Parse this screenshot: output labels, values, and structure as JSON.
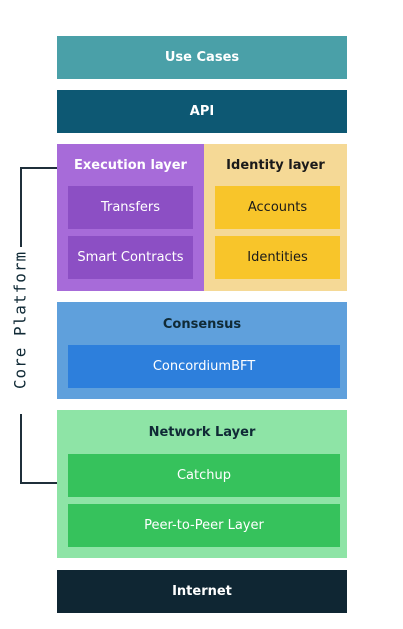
{
  "side_label": "Core Platform",
  "layers": {
    "use_cases": "Use Cases",
    "api": "API",
    "execution": {
      "title": "Execution layer",
      "items": [
        "Transfers",
        "Smart Contracts"
      ]
    },
    "identity": {
      "title": "Identity layer",
      "items": [
        "Accounts",
        "Identities"
      ]
    },
    "consensus": {
      "title": "Consensus",
      "items": [
        "ConcordiumBFT"
      ]
    },
    "network": {
      "title": "Network Layer",
      "items": [
        "Catchup",
        "Peer-to-Peer Layer"
      ]
    },
    "internet": "Internet"
  },
  "colors": {
    "use_cases_bg": "#4aa0a8",
    "api_bg": "#0d5873",
    "execution_bg": "#a76bd9",
    "execution_item_bg": "#8c4fc4",
    "identity_bg": "#f5d996",
    "identity_item_bg": "#f8c52a",
    "consensus_bg": "#5fa0dc",
    "consensus_item_bg": "#2d7fdc",
    "network_bg": "#8ee4a6",
    "network_item_bg": "#36c25c",
    "internet_bg": "#0f2633",
    "bracket": "#1f2f3a"
  }
}
